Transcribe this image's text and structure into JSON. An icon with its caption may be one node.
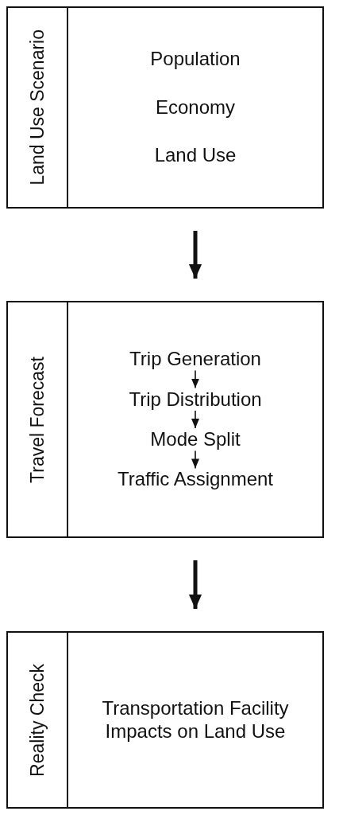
{
  "diagram": {
    "nodes": [
      {
        "text": [
          "Land Use Scenario",
          "Population",
          "Economy",
          "Land Use"
        ]
      },
      {
        "text": [
          "Travel Forecast"
        ]
      },
      {
        "text": [
          "Trip Generation"
        ],
        "in": 1
      },
      {
        "text": [
          "Trip Distribution"
        ],
        "in": 1
      },
      {
        "text": [
          "Mode Split"
        ],
        "in": 1
      },
      {
        "text": [
          "Traffic Assignment"
        ],
        "in": 1
      },
      {
        "text": [
          "Reality Check",
          "Transportation Facility Impacts on Land Use"
        ]
      }
    ],
    "edges": [
      {
        "from": 0,
        "to": 1,
        "arrow": "to",
        "style": "thick"
      },
      {
        "from": 2,
        "to": 3,
        "arrow": "to"
      },
      {
        "from": 3,
        "to": 4,
        "arrow": "to"
      },
      {
        "from": 4,
        "to": 5,
        "arrow": "to"
      },
      {
        "from": 1,
        "to": 6,
        "arrow": "to",
        "style": "thick"
      }
    ]
  }
}
